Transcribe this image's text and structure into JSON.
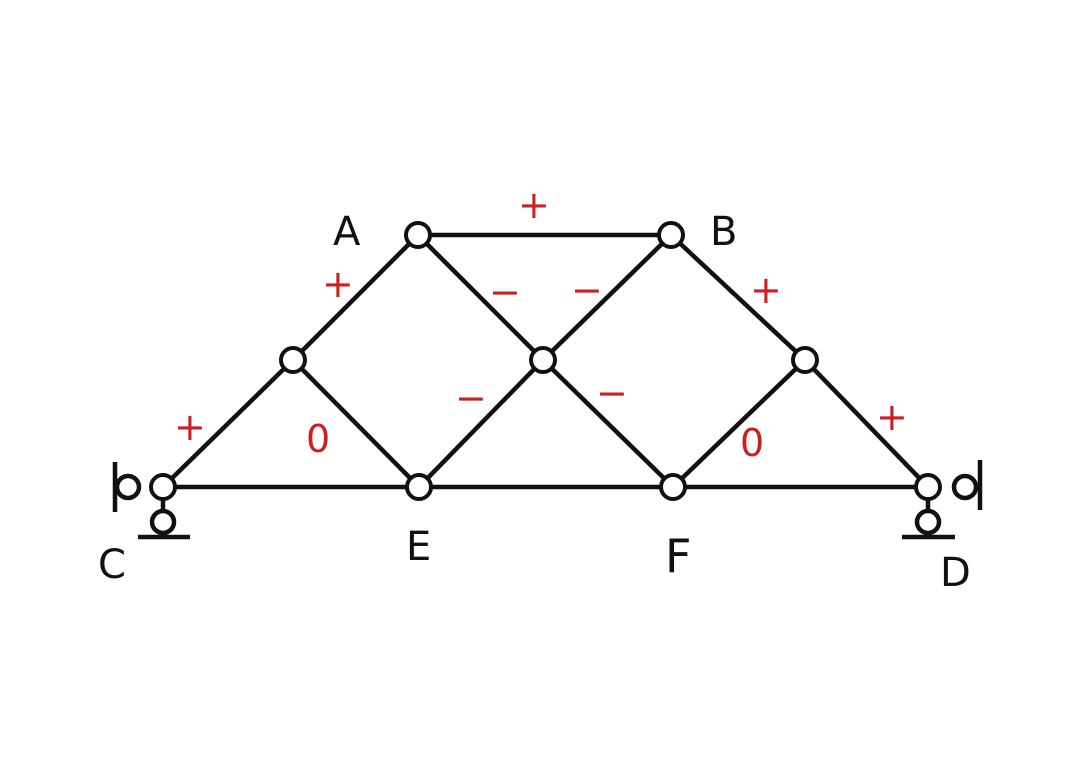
{
  "colors": {
    "ink": "#111111",
    "annotation": "#cc1f1f",
    "node_fill": "#ffffff"
  },
  "nodes": {
    "A": "A",
    "B": "B",
    "C": "C",
    "D": "D",
    "E": "E",
    "F": "F"
  },
  "member_signs": {
    "A_B": "+",
    "C_mid_left": "+",
    "mid_left_A": "+",
    "mid_left_E": "0",
    "A_center": "−",
    "B_center": "−",
    "center_E": "−",
    "center_F": "−",
    "B_mid_right": "+",
    "mid_right_D": "+",
    "F_mid_right": "0"
  }
}
